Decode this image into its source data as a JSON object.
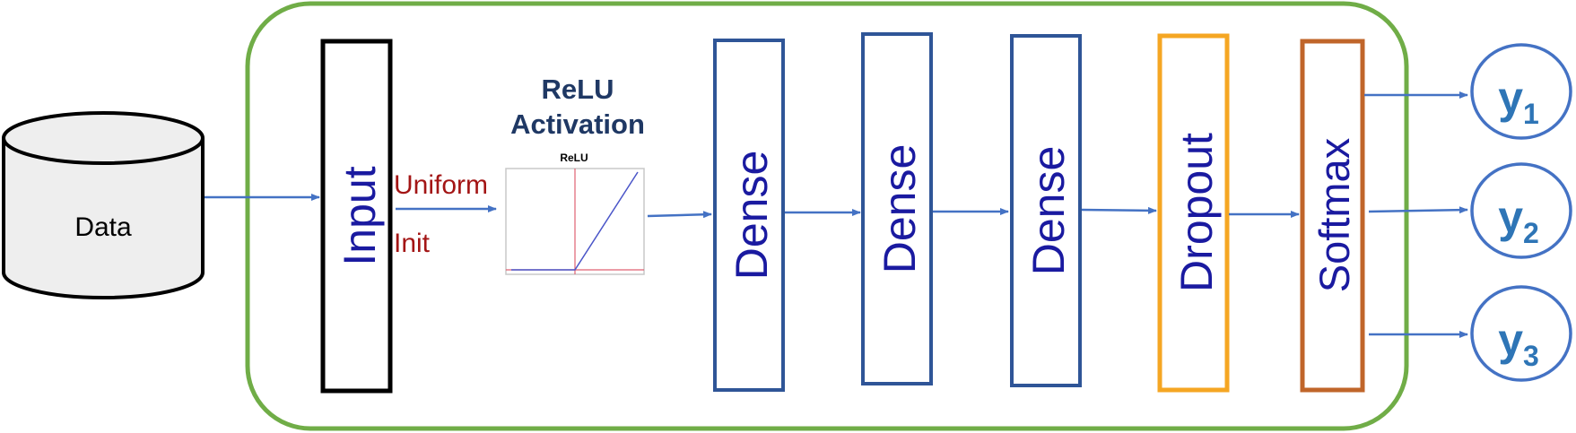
{
  "data_store": {
    "label": "Data"
  },
  "input_layer": {
    "label": "Input"
  },
  "init": {
    "line1": "Uniform",
    "line2": "Init"
  },
  "activation": {
    "title_line1": "ReLU",
    "title_line2": "Activation",
    "plot_title": "ReLU"
  },
  "layers": [
    {
      "label": "Dense",
      "color": "#2f5597"
    },
    {
      "label": "Dense",
      "color": "#2f5597"
    },
    {
      "label": "Dense",
      "color": "#2f5597"
    },
    {
      "label": "Dropout",
      "color": "#f5a623"
    },
    {
      "label": "Softmax",
      "color": "#c0652a"
    }
  ],
  "outputs": [
    {
      "base": "y",
      "sub": "1"
    },
    {
      "base": "y",
      "sub": "2"
    },
    {
      "base": "y",
      "sub": "3"
    }
  ],
  "colors": {
    "container_border": "#70ad47",
    "arrow": "#4472c4",
    "label_text": "#1a1aa0",
    "init_text": "#a31515",
    "activation_title": "#1f3864",
    "output_text": "#2e75b6",
    "output_circle": "#4472c4",
    "relu_line": "#4a55c8",
    "relu_axis": "#e06070"
  }
}
